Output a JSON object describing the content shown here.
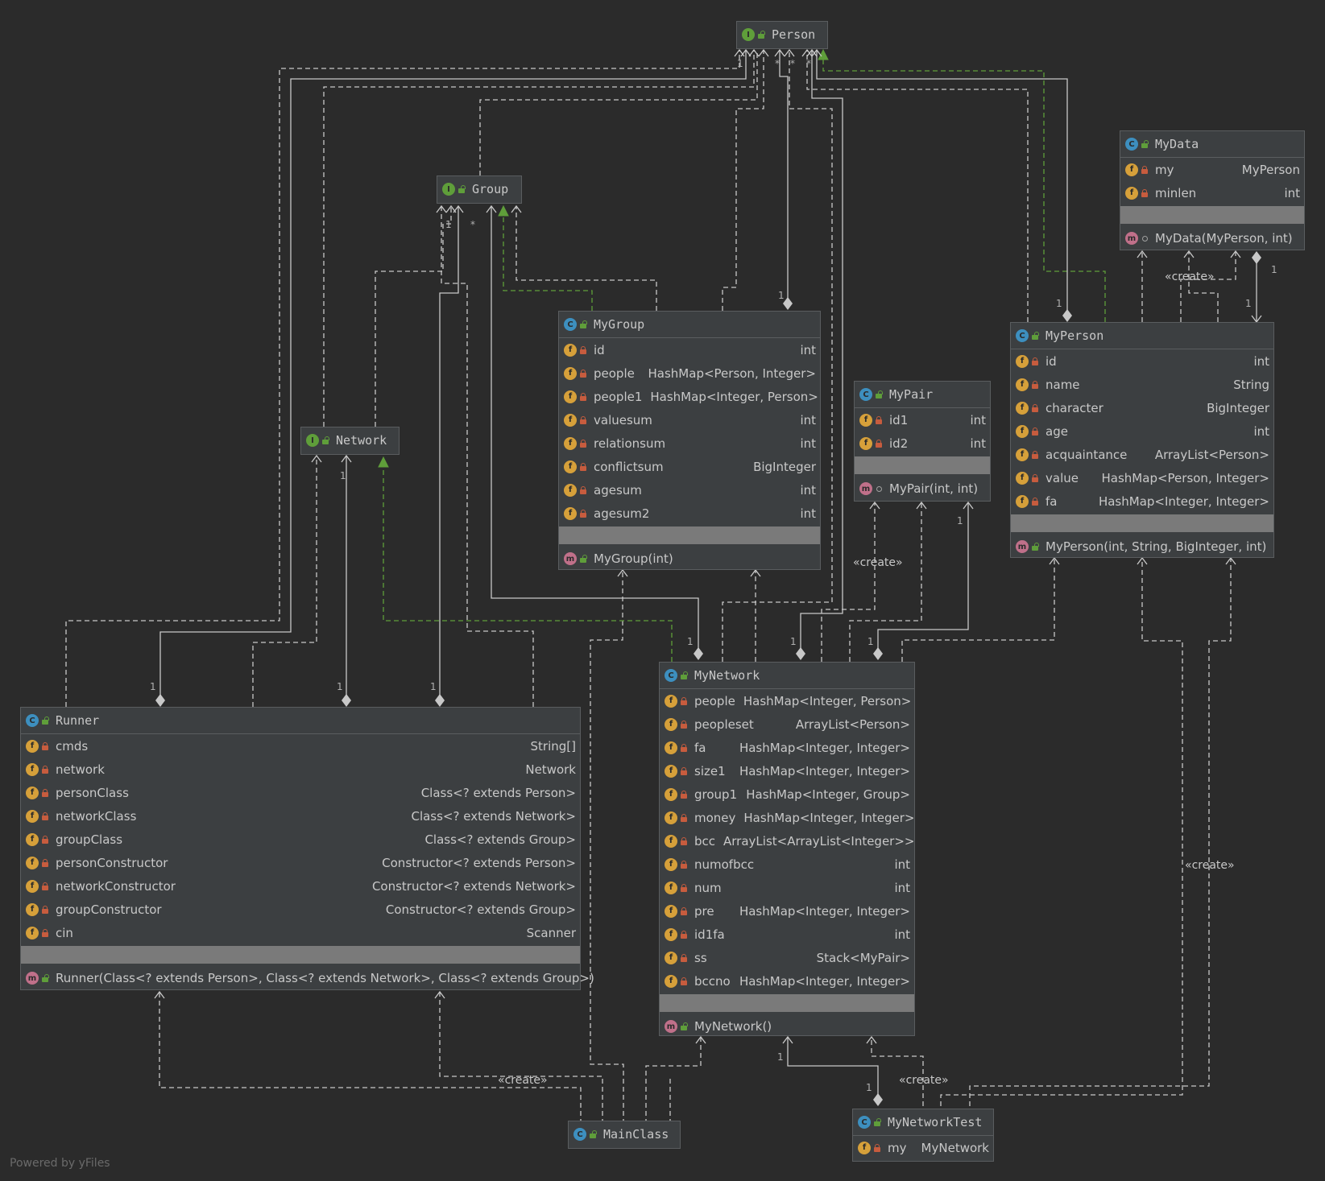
{
  "footer": "Powered by yFiles",
  "labels": {
    "create": "«create»",
    "one": "1",
    "star": "*"
  },
  "colors": {
    "background": "#2b2b2b",
    "node": "#3c3f41",
    "edge": "#c8c8c8",
    "implements": "#5f9e3a"
  },
  "icons": {
    "class": "C",
    "interface": "I",
    "field": "f",
    "method": "m"
  },
  "nodes": {
    "person": {
      "name": "Person",
      "kind": "interface"
    },
    "group": {
      "name": "Group",
      "kind": "interface"
    },
    "network": {
      "name": "Network",
      "kind": "interface"
    },
    "mydata": {
      "name": "MyData",
      "kind": "class",
      "fields": [
        {
          "name": "my",
          "type": "MyPerson"
        },
        {
          "name": "minlen",
          "type": "int"
        }
      ],
      "method": "MyData(MyPerson, int)"
    },
    "mygroup": {
      "name": "MyGroup",
      "kind": "class",
      "fields": [
        {
          "name": "id",
          "type": "int"
        },
        {
          "name": "people",
          "type": "HashMap<Person, Integer>"
        },
        {
          "name": "people1",
          "type": "HashMap<Integer, Person>"
        },
        {
          "name": "valuesum",
          "type": "int"
        },
        {
          "name": "relationsum",
          "type": "int"
        },
        {
          "name": "conflictsum",
          "type": "BigInteger"
        },
        {
          "name": "agesum",
          "type": "int"
        },
        {
          "name": "agesum2",
          "type": "int"
        }
      ],
      "method": "MyGroup(int)"
    },
    "mypair": {
      "name": "MyPair",
      "kind": "class",
      "fields": [
        {
          "name": "id1",
          "type": "int"
        },
        {
          "name": "id2",
          "type": "int"
        }
      ],
      "method": "MyPair(int, int)"
    },
    "myperson": {
      "name": "MyPerson",
      "kind": "class",
      "fields": [
        {
          "name": "id",
          "type": "int"
        },
        {
          "name": "name",
          "type": "String"
        },
        {
          "name": "character",
          "type": "BigInteger"
        },
        {
          "name": "age",
          "type": "int"
        },
        {
          "name": "acquaintance",
          "type": "ArrayList<Person>"
        },
        {
          "name": "value",
          "type": "HashMap<Person, Integer>"
        },
        {
          "name": "fa",
          "type": "HashMap<Integer, Integer>"
        }
      ],
      "method": "MyPerson(int, String, BigInteger, int)"
    },
    "runner": {
      "name": "Runner",
      "kind": "class",
      "fields": [
        {
          "name": "cmds",
          "type": "String[]"
        },
        {
          "name": "network",
          "type": "Network"
        },
        {
          "name": "personClass",
          "type": "Class<? extends Person>"
        },
        {
          "name": "networkClass",
          "type": "Class<? extends Network>"
        },
        {
          "name": "groupClass",
          "type": "Class<? extends Group>"
        },
        {
          "name": "personConstructor",
          "type": "Constructor<? extends Person>"
        },
        {
          "name": "networkConstructor",
          "type": "Constructor<? extends Network>"
        },
        {
          "name": "groupConstructor",
          "type": "Constructor<? extends Group>"
        },
        {
          "name": "cin",
          "type": "Scanner"
        }
      ],
      "method": "Runner(Class<? extends Person>, Class<? extends Network>, Class<? extends Group>)"
    },
    "mynetwork": {
      "name": "MyNetwork",
      "kind": "class",
      "fields": [
        {
          "name": "people",
          "type": "HashMap<Integer, Person>"
        },
        {
          "name": "peopleset",
          "type": "ArrayList<Person>"
        },
        {
          "name": "fa",
          "type": "HashMap<Integer, Integer>"
        },
        {
          "name": "size1",
          "type": "HashMap<Integer, Integer>"
        },
        {
          "name": "group1",
          "type": "HashMap<Integer, Group>"
        },
        {
          "name": "money",
          "type": "HashMap<Integer, Integer>"
        },
        {
          "name": "bcc",
          "type": "ArrayList<ArrayList<Integer>>"
        },
        {
          "name": "numofbcc",
          "type": "int"
        },
        {
          "name": "num",
          "type": "int"
        },
        {
          "name": "pre",
          "type": "HashMap<Integer, Integer>"
        },
        {
          "name": "id1fa",
          "type": "int"
        },
        {
          "name": "ss",
          "type": "Stack<MyPair>"
        },
        {
          "name": "bccno",
          "type": "HashMap<Integer, Integer>"
        }
      ],
      "method": "MyNetwork()"
    },
    "mainclass": {
      "name": "MainClass",
      "kind": "class"
    },
    "mynetworktest": {
      "name": "MyNetworkTest",
      "kind": "class",
      "fields": [
        {
          "name": "my",
          "type": "MyNetwork"
        }
      ]
    }
  }
}
